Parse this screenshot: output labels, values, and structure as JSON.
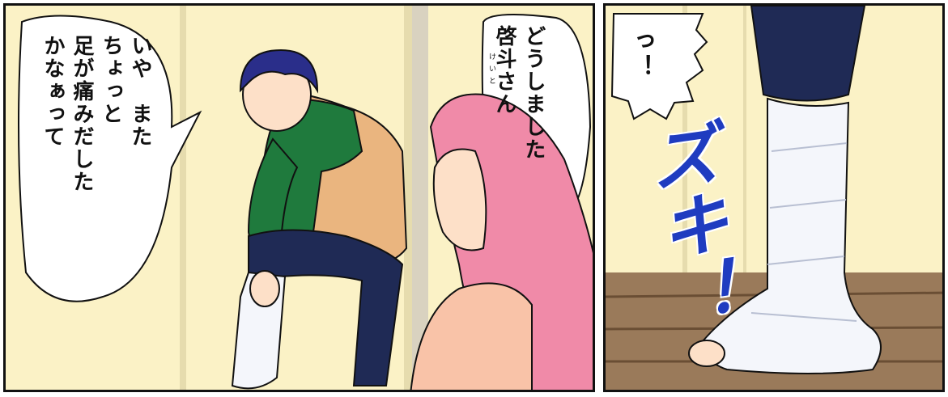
{
  "panels": {
    "left": {
      "bubble_speaker_kei": {
        "lines": [
          "いや　また",
          "ちょっと",
          "足が痛みだした",
          "かなぁって"
        ]
      },
      "bubble_speaker_girl": {
        "lines": [
          "どうしました",
          "啓斗さん"
        ],
        "furigana_kei": "けい",
        "furigana_to": "と"
      }
    },
    "right": {
      "bubble_gasp": {
        "text": "っ！"
      },
      "sound_effect": {
        "text": "ズキ！"
      }
    }
  },
  "colors": {
    "wall": "#fbf2c6",
    "green_jacket": "#1f7a3d",
    "navy_pants": "#1f2a55",
    "pink_hair": "#f08aa8",
    "cast": "#f4f6fb",
    "sfx_blue": "#1f3cc0",
    "floor": "#9a7a5a"
  }
}
